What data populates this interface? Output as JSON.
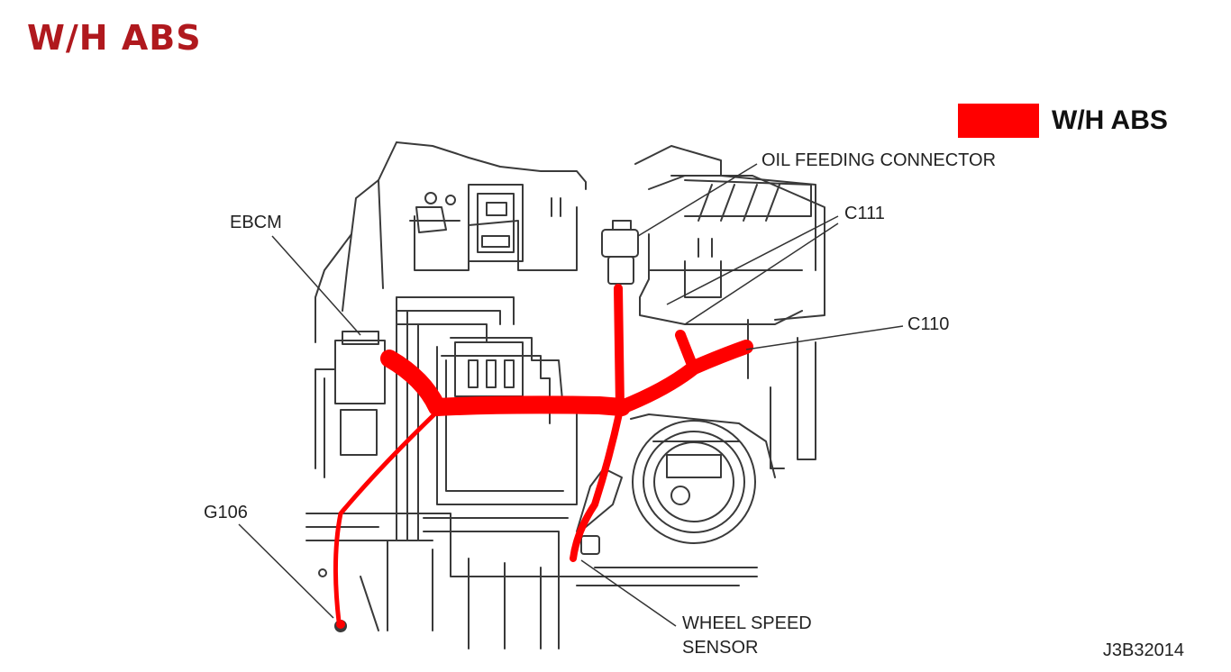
{
  "title": "W/H ABS",
  "legend": {
    "label": "W/H ABS",
    "color": "#ff0000"
  },
  "callouts": {
    "ebcm": "EBCM",
    "oil_feeding_connector": "OIL FEEDING CONNECTOR",
    "c111": "C111",
    "c110": "C110",
    "g106": "G106",
    "wheel_speed_sensor_line1": "WHEEL SPEED",
    "wheel_speed_sensor_line2": "SENSOR"
  },
  "figure_code": "J3B32014",
  "harness_color": "#ff0000"
}
